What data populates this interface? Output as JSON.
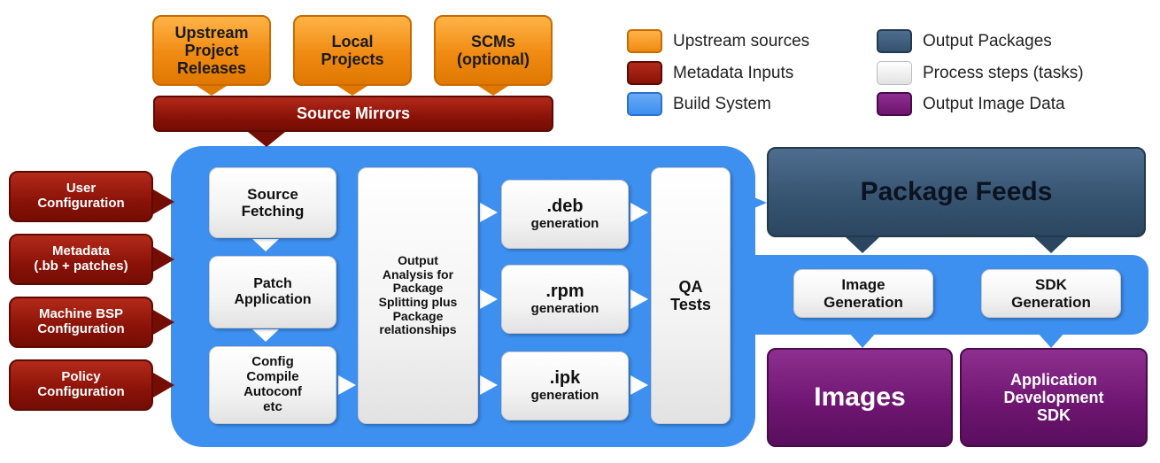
{
  "colors": {
    "upstream": "#f08a12",
    "metadata": "#8a1208",
    "build": "#3d8ff0",
    "output_packages": "#35536f",
    "process": "#f3f3f3",
    "output_image": "#6d1570"
  },
  "upstream": {
    "releases": "Upstream\nProject\nReleases",
    "local": "Local\nProjects",
    "scms": "SCMs\n(optional)"
  },
  "mirrors": "Source Mirrors",
  "metadata_inputs": {
    "user": "User\nConfiguration",
    "metadata": "Metadata\n(.bb + patches)",
    "machine": "Machine BSP\nConfiguration",
    "policy": "Policy\nConfiguration"
  },
  "process": {
    "fetch": "Source\nFetching",
    "patch": "Patch\nApplication",
    "config": "Config\nCompile\nAutoconf\netc",
    "analysis": "Output\nAnalysis for\nPackage\nSplitting plus\nPackage\nrelationships",
    "deb": ".deb",
    "deb_sub": "generation",
    "rpm": ".rpm",
    "rpm_sub": "generation",
    "ipk": ".ipk",
    "ipk_sub": "generation",
    "qa": "QA\nTests",
    "image_gen": "Image\nGeneration",
    "sdk_gen": "SDK\nGeneration"
  },
  "outputs": {
    "feeds": "Package Feeds",
    "images": "Images",
    "sdk": "Application\nDevelopment\nSDK"
  },
  "legend": [
    {
      "label": "Upstream sources",
      "color": "#f08a12",
      "icon": "upstream-swatch"
    },
    {
      "label": "Metadata Inputs",
      "color": "#8a1208",
      "icon": "metadata-swatch"
    },
    {
      "label": "Build System",
      "color": "#3d8ff0",
      "icon": "build-swatch"
    },
    {
      "label": "Output Packages",
      "color": "#35536f",
      "icon": "output-packages-swatch"
    },
    {
      "label": "Process steps (tasks)",
      "color": "#f3f3f3",
      "icon": "process-swatch"
    },
    {
      "label": "Output Image Data",
      "color": "#6d1570",
      "icon": "output-image-swatch"
    }
  ]
}
